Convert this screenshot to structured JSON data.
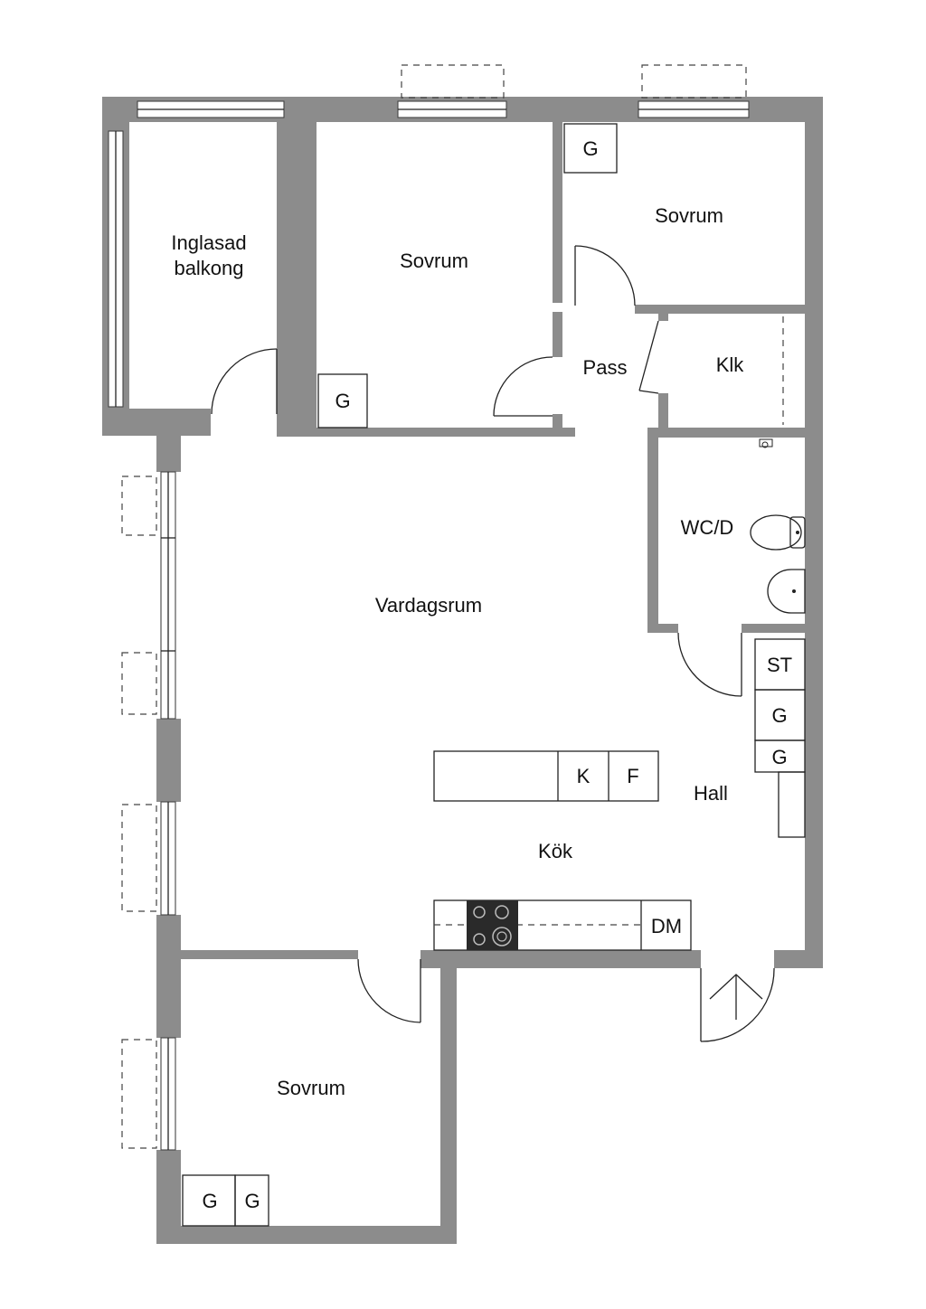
{
  "colors": {
    "wall": "#8c8c8c",
    "line": "#222222",
    "background": "#ffffff",
    "hob": "#2a2a2a"
  },
  "rooms": {
    "balcony_line1": "Inglasad",
    "balcony_line2": "balkong",
    "bedroom_1": "Sovrum",
    "bedroom_2": "Sovrum",
    "pass": "Pass",
    "klk": "Klk",
    "wc": "WC/D",
    "living": "Vardagsrum",
    "hall": "Hall",
    "kitchen": "Kök",
    "bedroom_3": "Sovrum"
  },
  "fixtures": {
    "wardrobe_bed1": "G",
    "wardrobe_bed2": "G",
    "hall_st": "ST",
    "hall_g1": "G",
    "hall_g2": "G",
    "fridge": "K",
    "freezer": "F",
    "dishwasher": "DM",
    "wardrobe_bed3_a": "G",
    "wardrobe_bed3_b": "G"
  },
  "icons": {
    "entrance": "entrance-arrow-icon",
    "toilet": "toilet-icon",
    "sink": "sink-icon",
    "hob": "hob-icon"
  }
}
